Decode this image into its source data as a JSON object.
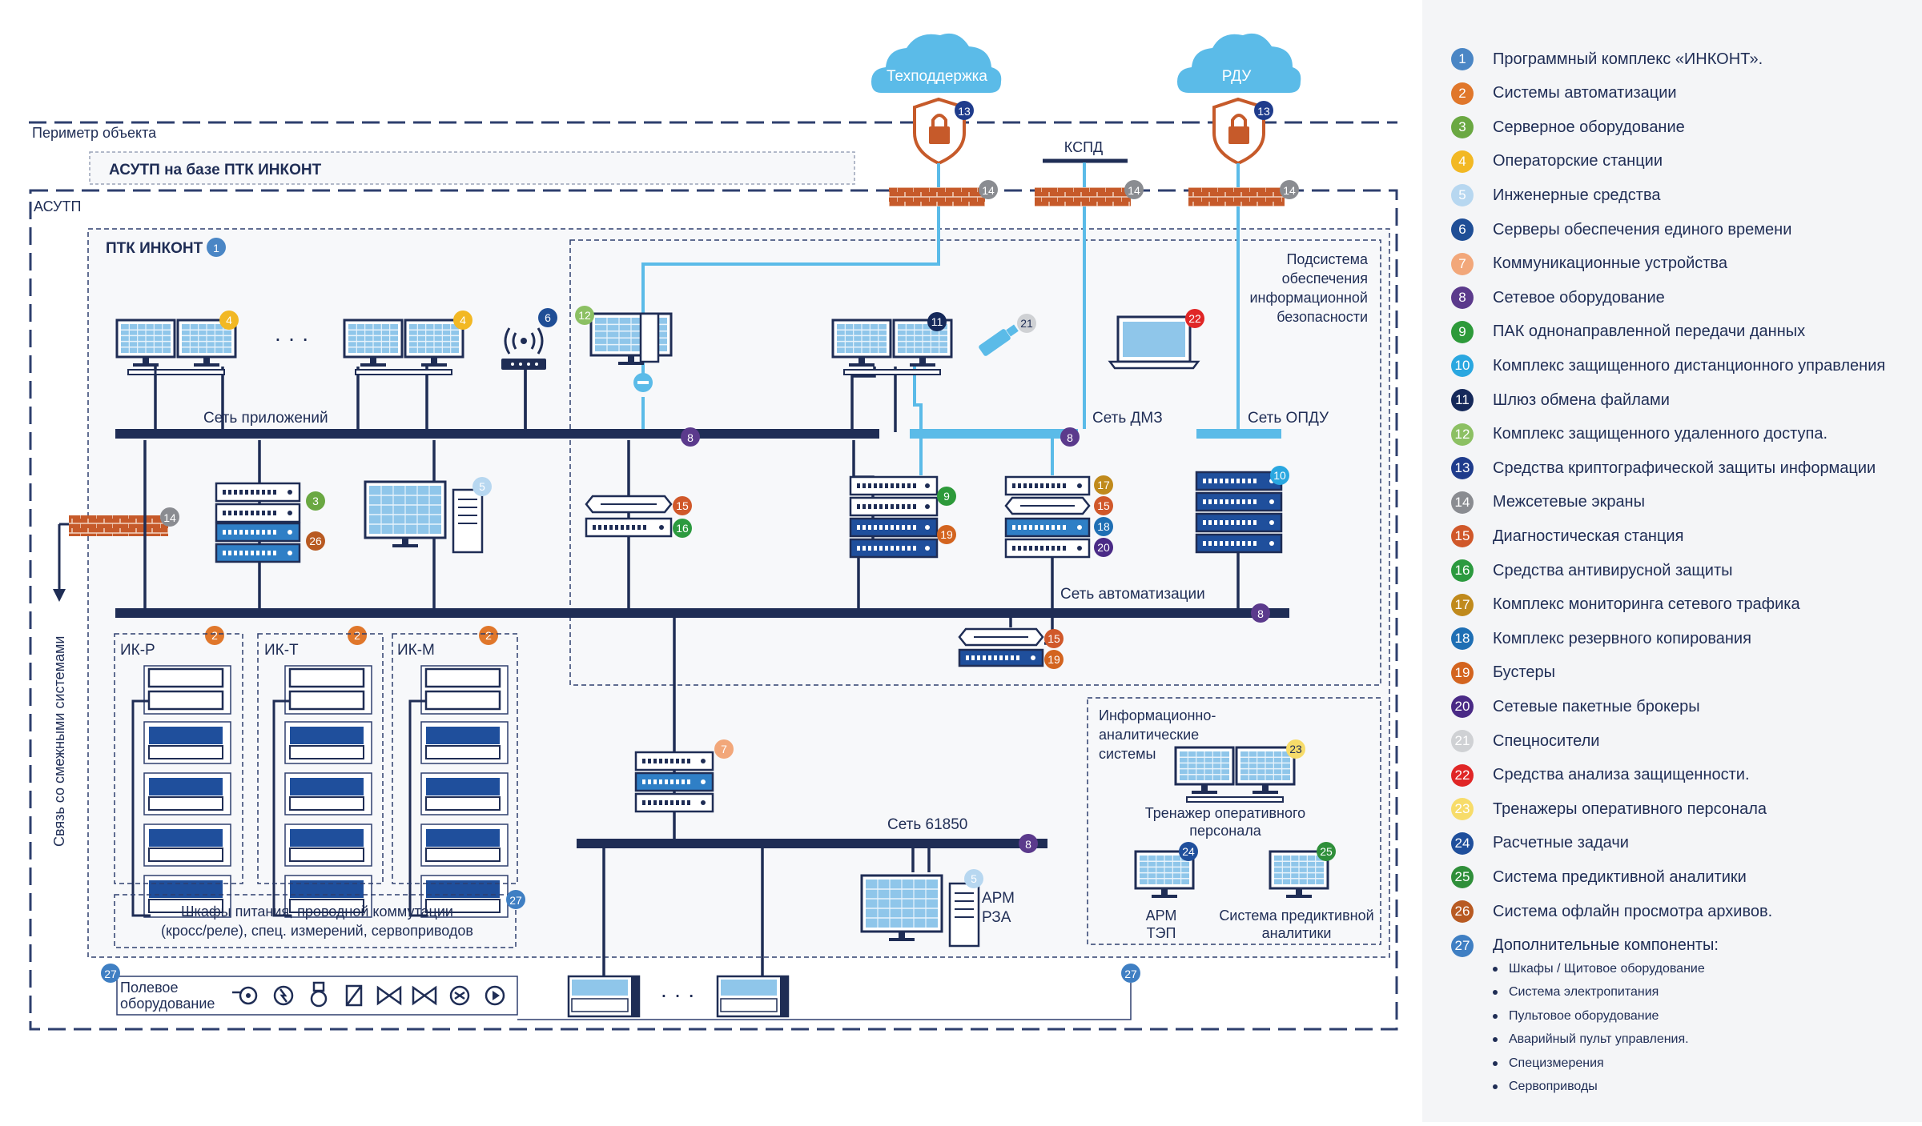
{
  "colors": {
    "navy": "#1f2d55",
    "light_blue": "#5bbbe8",
    "firewall": "#c65a2a",
    "dashed": "#2e3f6e"
  },
  "diagram": {
    "perimeter_label": "Периметр объекта",
    "asutp_inkont_label": "АСУТП на базе ПТК ИНКОНТ",
    "asutp_label": "АСУТП",
    "ptk_label": "ПТК ИНКОНТ",
    "security_subsystem": [
      "Подсистема",
      "обеспечения",
      "информационной",
      "безопасности"
    ],
    "cloud_support": "Техподдержка",
    "cloud_rdu": "РДУ",
    "kspd": "КСПД",
    "net_apps": "Сеть приложений",
    "net_dmz": "Сеть ДМЗ",
    "net_opdu": "Сеть ОПДУ",
    "net_automation": "Сеть автоматизации",
    "net_61850": "Сеть 61850",
    "ellipsis": "· · ·",
    "side_link": "Связь со смежными системами",
    "ik_r": "ИК-Р",
    "ik_t": "ИК-Т",
    "ik_m": "ИК-М",
    "cabinets": [
      "Шкафы питания, проводной коммутации",
      "(кросс/реле), спец. измерений, сервоприводов"
    ],
    "field_equipment": [
      "Полевое",
      "оборудование"
    ],
    "info_systems": [
      "Информационно-",
      "аналитические",
      "системы"
    ],
    "trainer": [
      "Тренажер оперативного",
      "персонала"
    ],
    "arm_tep": [
      "АРМ",
      "ТЭП"
    ],
    "predictive": [
      "Система предиктивной",
      "аналитики"
    ],
    "arm_rza": [
      "АРМ",
      "РЗА"
    ]
  },
  "legend": {
    "items": [
      {
        "num": "1",
        "text": "Программный комплекс «ИНКОНТ».",
        "color": "#4a86c5"
      },
      {
        "num": "2",
        "text": "Системы автоматизации",
        "color": "#e0772b"
      },
      {
        "num": "3",
        "text": "Серверное оборудование",
        "color": "#6aa842"
      },
      {
        "num": "4",
        "text": "Операторские станции",
        "color": "#f2b824"
      },
      {
        "num": "5",
        "text": "Инженерные средства",
        "color": "#b7d7f0"
      },
      {
        "num": "6",
        "text": "Серверы обеспечения единого времени",
        "color": "#1f4e96"
      },
      {
        "num": "7",
        "text": "Коммуникационные устройства",
        "color": "#f2a77a"
      },
      {
        "num": "8",
        "text": "Сетевое оборудование",
        "color": "#5b3a8c"
      },
      {
        "num": "9",
        "text": "ПАК однонаправленной передачи данных",
        "color": "#2d9a3a"
      },
      {
        "num": "10",
        "text": "Комплекс защищенного дистанционного управления",
        "color": "#2aa7e0"
      },
      {
        "num": "11",
        "text": "Шлюз обмена файлами",
        "color": "#15295a"
      },
      {
        "num": "12",
        "text": "Комплекс защищенного удаленного доступа.",
        "color": "#8cc063"
      },
      {
        "num": "13",
        "text": "Средства криптографической защиты информации",
        "color": "#1f3c8c"
      },
      {
        "num": "14",
        "text": "Межсетевые экраны",
        "color": "#8a8c91"
      },
      {
        "num": "15",
        "text": "Диагностическая станция",
        "color": "#d0582a"
      },
      {
        "num": "16",
        "text": "Средства антивирусной защиты",
        "color": "#2c9a3f"
      },
      {
        "num": "17",
        "text": "Комплекс мониторинга сетевого трафика",
        "color": "#c08a1c"
      },
      {
        "num": "18",
        "text": "Комплекс резервного копирования",
        "color": "#1f6fb4"
      },
      {
        "num": "19",
        "text": "Бустеры",
        "color": "#d3641f"
      },
      {
        "num": "20",
        "text": "Сетевые пакетные брокеры",
        "color": "#4a2a86"
      },
      {
        "num": "21",
        "text": "Спецносители",
        "color": "#cfd1d4"
      },
      {
        "num": "22",
        "text": "Средства анализа защищенности.",
        "color": "#e02626"
      },
      {
        "num": "23",
        "text": "Тренажеры оперативного персонала",
        "color": "#f7dc6a"
      },
      {
        "num": "24",
        "text": "Расчетные задачи",
        "color": "#1f4f9c"
      },
      {
        "num": "25",
        "text": "Система предиктивной аналитики",
        "color": "#2f8f3a"
      },
      {
        "num": "26",
        "text": "Система офлайн просмотра архивов.",
        "color": "#b85a22"
      },
      {
        "num": "27",
        "text": "Дополнительные компоненты:",
        "color": "#3f7fc3"
      }
    ],
    "subitems": [
      "Шкафы / Щитовое оборудование",
      "Система электропитания",
      "Пультовое оборудование",
      "Аварийный пульт управления.",
      "Специзмерения",
      "Сервоприводы"
    ]
  }
}
